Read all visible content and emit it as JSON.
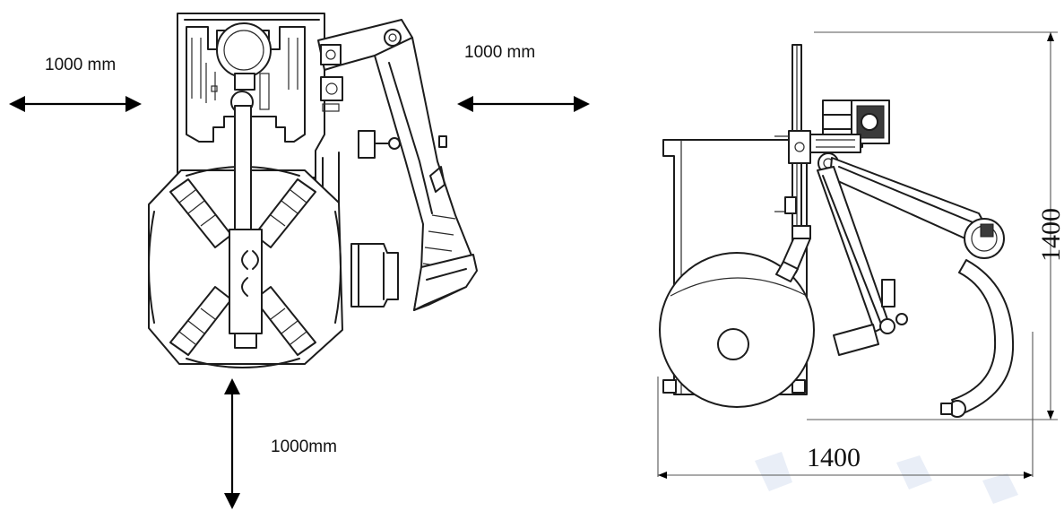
{
  "left_view": {
    "label_left": "1000 mm",
    "label_right": "1000 mm",
    "label_bottom": "1000mm"
  },
  "right_view": {
    "dim_width": "1400",
    "dim_height": "1400"
  }
}
